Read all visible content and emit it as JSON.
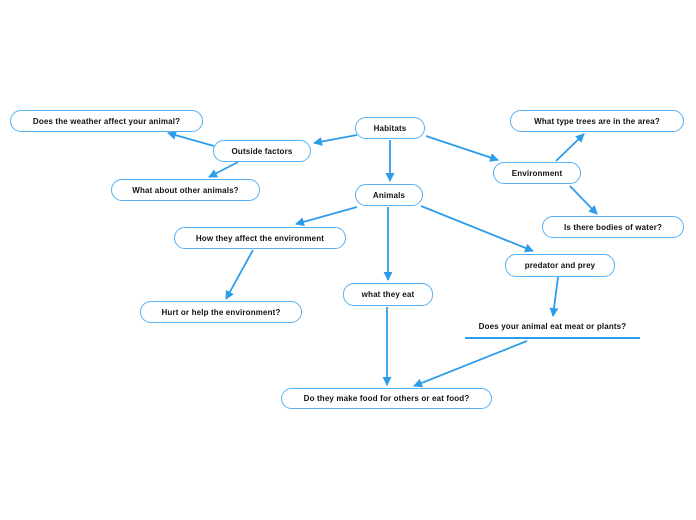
{
  "colors": {
    "background": "#ffffff",
    "node_border": "#57b1f2",
    "node_fill": "#ffffff",
    "edge": "#2d9de9",
    "text": "#111111"
  },
  "diagram": {
    "type": "mindmap",
    "root": "habitats",
    "nodes": {
      "habitats": {
        "label": "Habitats"
      },
      "outside_factors": {
        "label": "Outside factors"
      },
      "weather": {
        "label": "Does the weather affect your animal?"
      },
      "other_animals": {
        "label": "What about other animals?"
      },
      "trees": {
        "label": "What type trees are in the area?"
      },
      "environment": {
        "label": "Environment"
      },
      "animals": {
        "label": "Animals"
      },
      "water": {
        "label": "Is there bodies of water?"
      },
      "how_affect": {
        "label": "How they affect the environment"
      },
      "predator_prey": {
        "label": "predator and prey"
      },
      "what_they_eat": {
        "label": "what they eat"
      },
      "hurt_help": {
        "label": "Hurt or help the environment?"
      },
      "meat_plants": {
        "label": "Does your animal eat meat or plants?"
      },
      "make_food": {
        "label": "Do they make food for others or eat food?"
      }
    },
    "edges": [
      {
        "from": "habitats",
        "to": "outside_factors"
      },
      {
        "from": "outside_factors",
        "to": "weather"
      },
      {
        "from": "outside_factors",
        "to": "other_animals"
      },
      {
        "from": "habitats",
        "to": "environment"
      },
      {
        "from": "environment",
        "to": "trees"
      },
      {
        "from": "environment",
        "to": "water"
      },
      {
        "from": "habitats",
        "to": "animals"
      },
      {
        "from": "animals",
        "to": "how_affect"
      },
      {
        "from": "animals",
        "to": "what_they_eat"
      },
      {
        "from": "animals",
        "to": "predator_prey"
      },
      {
        "from": "how_affect",
        "to": "hurt_help"
      },
      {
        "from": "predator_prey",
        "to": "meat_plants"
      },
      {
        "from": "meat_plants",
        "to": "make_food"
      },
      {
        "from": "what_they_eat",
        "to": "make_food"
      }
    ]
  }
}
